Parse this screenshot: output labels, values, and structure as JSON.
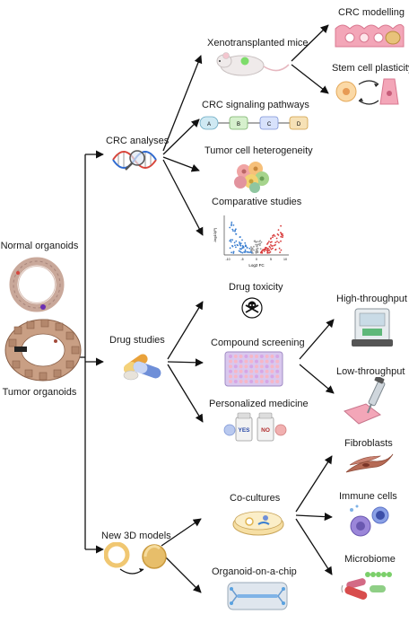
{
  "left": {
    "normal": "Normal organoids",
    "tumor": "Tumor organoids"
  },
  "branches": {
    "crc": "CRC analyses",
    "drug": "Drug studies",
    "models": "New 3D models"
  },
  "crc_items": {
    "xeno": "Xenotransplanted mice",
    "signaling": "CRC signaling pathways",
    "heterogeneity": "Tumor cell heterogeneity",
    "comparative": "Comparative studies"
  },
  "xeno_sub": {
    "modelling": "CRC modelling",
    "plasticity": "Stem cell plasticity"
  },
  "pathway_nodes": [
    "A",
    "B",
    "C",
    "D"
  ],
  "volcano": {
    "xlabel": "Log2 FC",
    "ylabel": "-log10(P)",
    "ticks": [
      "-10",
      "-5",
      "0",
      "5",
      "10"
    ]
  },
  "drug_items": {
    "toxicity": "Drug toxicity",
    "screening": "Compound screening",
    "personalized": "Personalized medicine"
  },
  "bottles": {
    "yes": "YES",
    "no": "NO"
  },
  "screening_sub": {
    "high": "High-throughput",
    "low": "Low-throughput"
  },
  "model_items": {
    "cocultures": "Co-cultures",
    "chip": "Organoid-on-a-chip"
  },
  "coculture_sub": {
    "fibroblasts": "Fibroblasts",
    "immune": "Immune cells",
    "microbiome": "Microbiome"
  },
  "colors": {
    "arrow": "#111111",
    "organoid_ring": "#c9a89a",
    "tumor_cell": "#b98a6a",
    "mouse": "#efeaea",
    "gfp": "#7ddc6a",
    "plate": "#d9c8ee",
    "pink": "#f3a6b8"
  }
}
